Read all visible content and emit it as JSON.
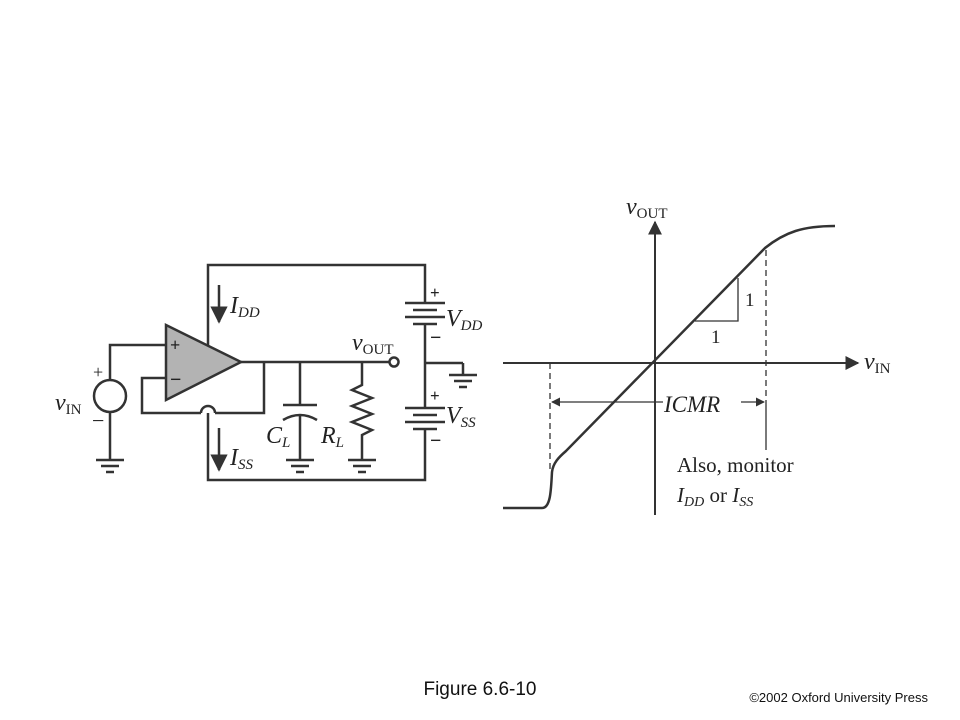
{
  "circuit": {
    "vin_label": "v",
    "vin_sub": "IN",
    "vin_plus": "+",
    "vin_minus": "−",
    "opamp_plus": "+",
    "opamp_minus": "−",
    "idd_label": "I",
    "idd_sub": "DD",
    "iss_label": "I",
    "iss_sub": "SS",
    "vout_label": "v",
    "vout_sub": "OUT",
    "vdd_label": "V",
    "vdd_sub": "DD",
    "vss_label": "V",
    "vss_sub": "SS",
    "vdd_plus": "+",
    "vdd_minus": "−",
    "vss_plus": "+",
    "vss_minus": "−",
    "cl_label": "C",
    "cl_sub": "L",
    "rl_label": "R",
    "rl_sub": "L"
  },
  "graph": {
    "y_axis_label": "v",
    "y_axis_sub": "OUT",
    "x_axis_label": "v",
    "x_axis_sub": "IN",
    "slope_rise": "1",
    "slope_run": "1",
    "icmr_label": "ICMR",
    "note_line1": "Also, monitor",
    "note_I1": "I",
    "note_sub1": "DD",
    "note_or": " or ",
    "note_I2": "I",
    "note_sub2": "SS"
  },
  "caption": "Figure 6.6-10",
  "copyright": "©2002  Oxford University Press"
}
